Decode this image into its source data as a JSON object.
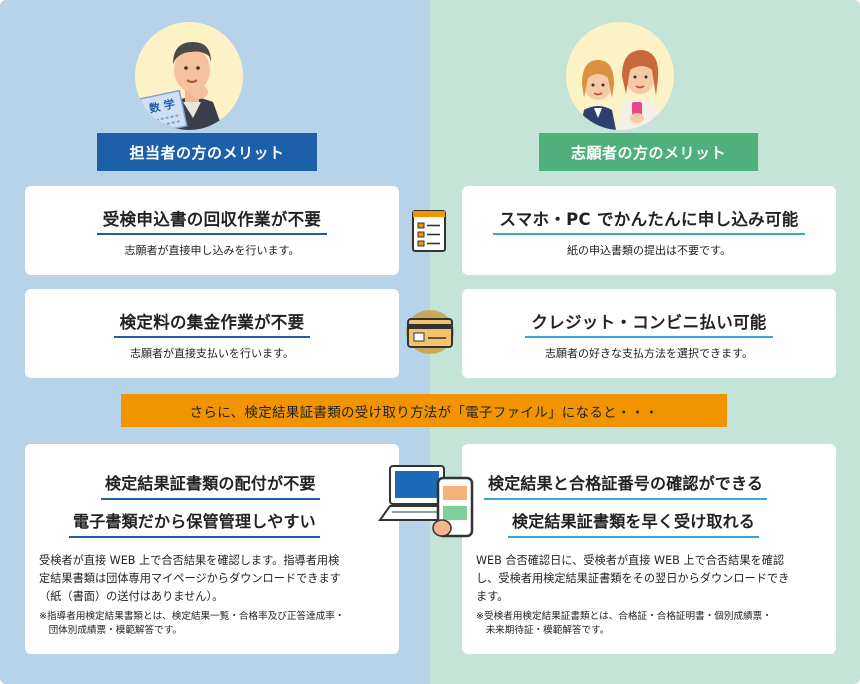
{
  "left": {
    "label": "担当者の方のメリット",
    "avatar_icon": "teacher-icon",
    "book_text": "数 学",
    "cards": [
      {
        "title": "受検申込書の回収作業が不要",
        "sub": "志願者が直接申し込みを行います。"
      },
      {
        "title": "検定料の集金作業が不要",
        "sub": "志願者が直接支払いを行います。"
      }
    ],
    "result": {
      "title1": "検定結果証書類の配付が不要",
      "title2": "電子書類だから保管管理しやすい",
      "body": [
        "受検者が直接 WEB 上で合否結果を確認します。指導者用検",
        "定結果書類は団体専用マイページからダウンロードできます",
        "（紙（書面）の送付はありません）。"
      ],
      "note": [
        "※指導者用検定結果書類とは、検定結果一覧・合格率及び正答達成率・",
        "　団体別成績票・模範解答です。"
      ]
    }
  },
  "right": {
    "label": "志願者の方のメリット",
    "avatar_icon": "students-icon",
    "cards": [
      {
        "title": "スマホ・PC でかんたんに申し込み可能",
        "sub": "紙の申込書類の提出は不要です。"
      },
      {
        "title": "クレジット・コンビニ払い可能",
        "sub": "志願者の好きな支払方法を選択できます。"
      }
    ],
    "result": {
      "title1": "検定結果と合格証番号の確認ができる",
      "title2": "検定結果証書類を早く受け取れる",
      "body": [
        "WEB 合否確認日に、受検者が直接 WEB 上で合否結果を確認",
        "し、受検者用検定結果証書類をその翌日からダウンロードでき",
        "ます。"
      ],
      "note": [
        "※受検者用検定結果証書類とは、合格証・合格証明書・個別成績票・",
        "　未来期待証・模範解答です。"
      ]
    }
  },
  "banner": "さらに、検定結果証書類の受け取り方法が「電子ファイル」になると・・・",
  "icons": [
    "application-form-icon",
    "credit-card-icon",
    "laptop-smartphone-icon"
  ],
  "colors": {
    "left_bg": "#b7d3ea",
    "right_bg": "#c4e4d8",
    "blue": "#1d5fa8",
    "green": "#4fb07b",
    "orange": "#f29400"
  }
}
